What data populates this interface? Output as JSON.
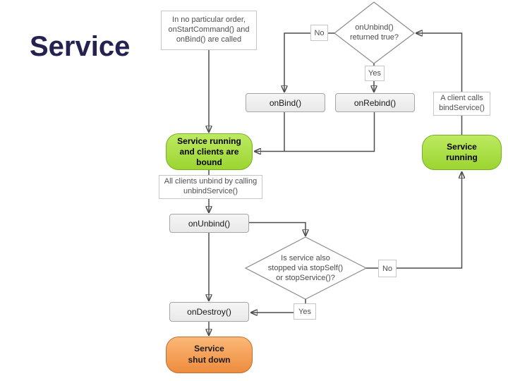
{
  "slide": {
    "title": "Service"
  },
  "colors": {
    "title": "#232250",
    "line": "#4d4d4d",
    "note_border": "#c6c6c6",
    "note_text": "#4f4f4f",
    "method_border": "#a6a6a6",
    "method_text": "#161616",
    "green_fill_top": "#bcea61",
    "green_fill_bottom": "#9cd531",
    "green_border": "#76b021",
    "orange_fill_top": "#fbb877",
    "orange_fill_bottom": "#ee8c3e",
    "orange_border": "#c1702f"
  },
  "nodes": {
    "note_start": "In no particular order,\nonStartCommand() and\nonBind() are called",
    "decision_unbind": "onUnbind()\nreturned true?",
    "label_no_top": "No",
    "label_yes_top": "Yes",
    "onbind": "onBind()",
    "onrebind": "onRebind()",
    "note_client": "A client calls\nbindService()",
    "state_running_bound": "Service running\nand clients are\nbound",
    "state_running": "Service\nrunning",
    "note_unbind_all": "All clients unbind by calling\nunbindService()",
    "onunbind": "onUnbind()",
    "decision_stopped": "Is service also\nstopped via stopSelf()\nor stopService()?",
    "label_no_bottom": "No",
    "label_yes_bottom": "Yes",
    "ondestroy": "onDestroy()",
    "state_shutdown": "Service\nshut down"
  }
}
